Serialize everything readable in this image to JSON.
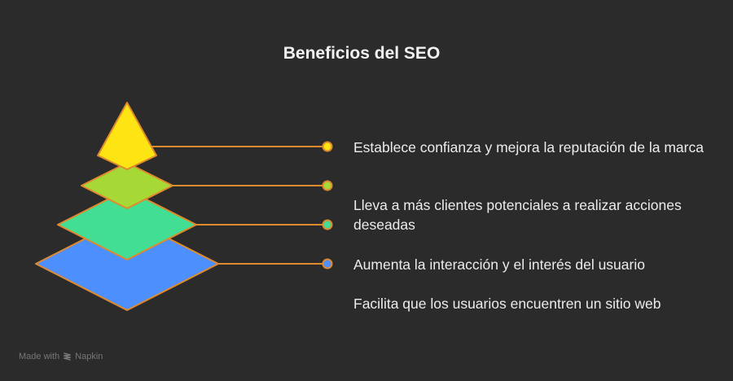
{
  "title": "Beneficios del SEO",
  "colors": {
    "background": "#2b2b2b",
    "stroke": "#e08a2e",
    "level_1": "#ffe414",
    "level_2": "#a6d936",
    "level_3": "#41de94",
    "level_4": "#4d8ffd"
  },
  "levels": [
    {
      "label": "Establece confianza y mejora la reputación de la marca",
      "color": "#ffe414"
    },
    {
      "label": "Lleva a más clientes potenciales a realizar acciones deseadas",
      "color": "#a6d936"
    },
    {
      "label": "Aumenta la interacción y el interés del usuario",
      "color": "#41de94"
    },
    {
      "label": "Facilita que los usuarios encuentren un sitio web",
      "color": "#4d8ffd"
    }
  ],
  "footer": {
    "made_with": "Made with",
    "brand": "Napkin",
    "icon": "napkin-logo-icon"
  }
}
